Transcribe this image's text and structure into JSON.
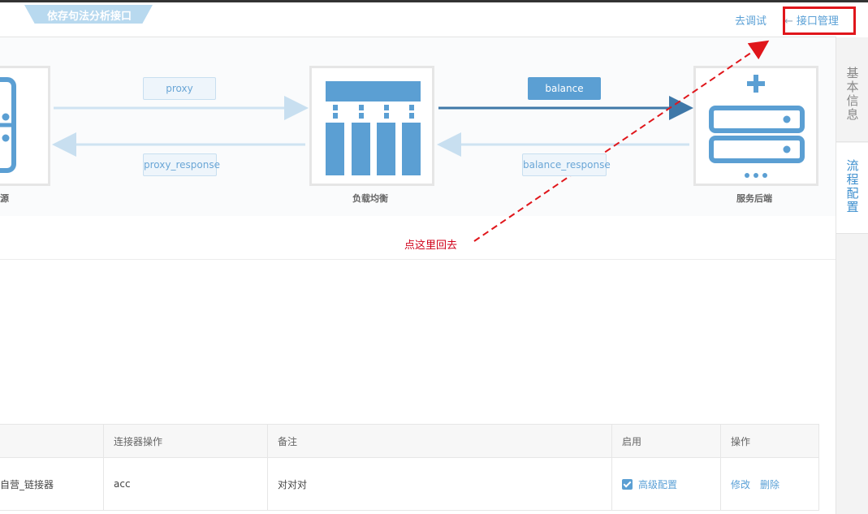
{
  "header": {
    "page_title": "依存句法分析接口",
    "debug_link": "去调试",
    "back_arrow": "←",
    "back_link": "接口管理"
  },
  "right_tabs": [
    {
      "label": [
        "基",
        "本",
        "信",
        "息"
      ]
    },
    {
      "label": [
        "流",
        "程",
        "配",
        "置"
      ]
    }
  ],
  "flow": {
    "nodes": {
      "source": "源",
      "load_balancer": "负载均衡",
      "backend": "服务后端"
    },
    "edges": {
      "proxy": "proxy",
      "proxy_response": "proxy_response",
      "balance": "balance",
      "balance_response": "balance_response"
    },
    "annotation": "点这里回去"
  },
  "table": {
    "headers": [
      "",
      "连接器操作",
      "备注",
      "启用",
      "操作"
    ],
    "row": {
      "name": "自营_链接器",
      "connector_op": "acc",
      "remark": "对对对",
      "enable_label": "高级配置",
      "edit": "修改",
      "delete": "删除"
    }
  },
  "colors": {
    "accent": "#5b9fd3",
    "light_accent": "#c8dff0",
    "annotation_red": "#d0021b"
  }
}
